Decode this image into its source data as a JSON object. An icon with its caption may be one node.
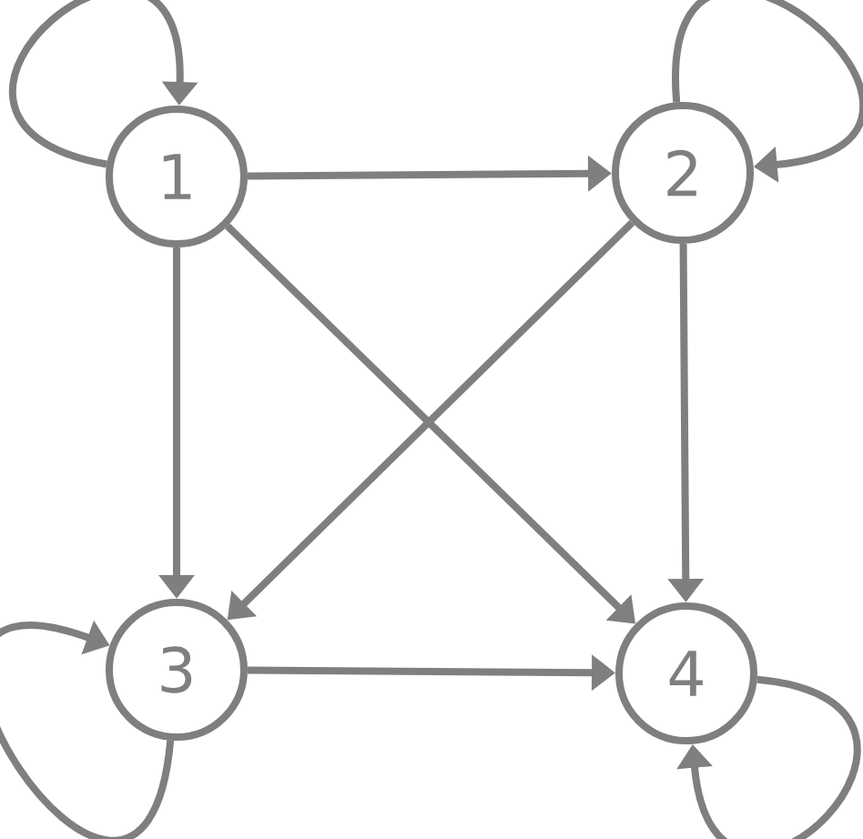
{
  "diagram": {
    "nodes": [
      {
        "text": [
          "1"
        ]
      },
      {
        "text": [
          "2"
        ]
      },
      {
        "text": [
          "3"
        ]
      },
      {
        "text": [
          "4"
        ]
      }
    ],
    "edges": [
      {
        "from": 0,
        "to": 0,
        "arrow": "to"
      },
      {
        "from": 1,
        "to": 1,
        "arrow": "to"
      },
      {
        "from": 0,
        "to": 1,
        "arrow": "to"
      },
      {
        "from": 0,
        "to": 2,
        "arrow": "to"
      },
      {
        "from": 0,
        "to": 3,
        "arrow": "to"
      },
      {
        "from": 1,
        "to": 2,
        "arrow": "to"
      },
      {
        "from": 1,
        "to": 3,
        "arrow": "to"
      },
      {
        "from": 2,
        "to": 2,
        "arrow": "to"
      },
      {
        "from": 2,
        "to": 3,
        "arrow": "to"
      },
      {
        "from": 3,
        "to": 3,
        "arrow": "to"
      }
    ]
  }
}
